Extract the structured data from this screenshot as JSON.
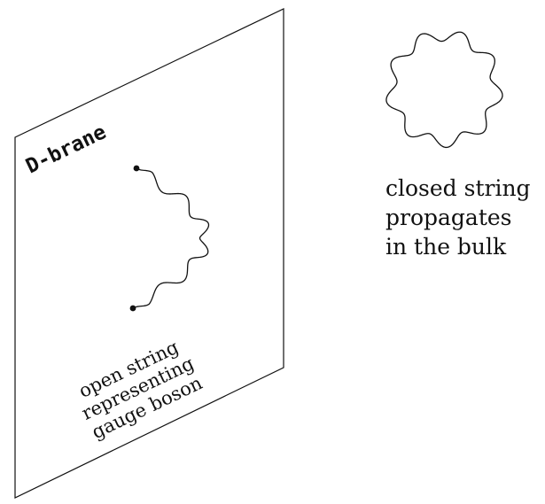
{
  "brane": {
    "label": "D-brane"
  },
  "open_string": {
    "caption_lines": [
      "open string",
      "representing",
      "gauge boson"
    ]
  },
  "closed_string": {
    "caption_lines": [
      "closed string",
      "propagates",
      "in the bulk"
    ]
  }
}
